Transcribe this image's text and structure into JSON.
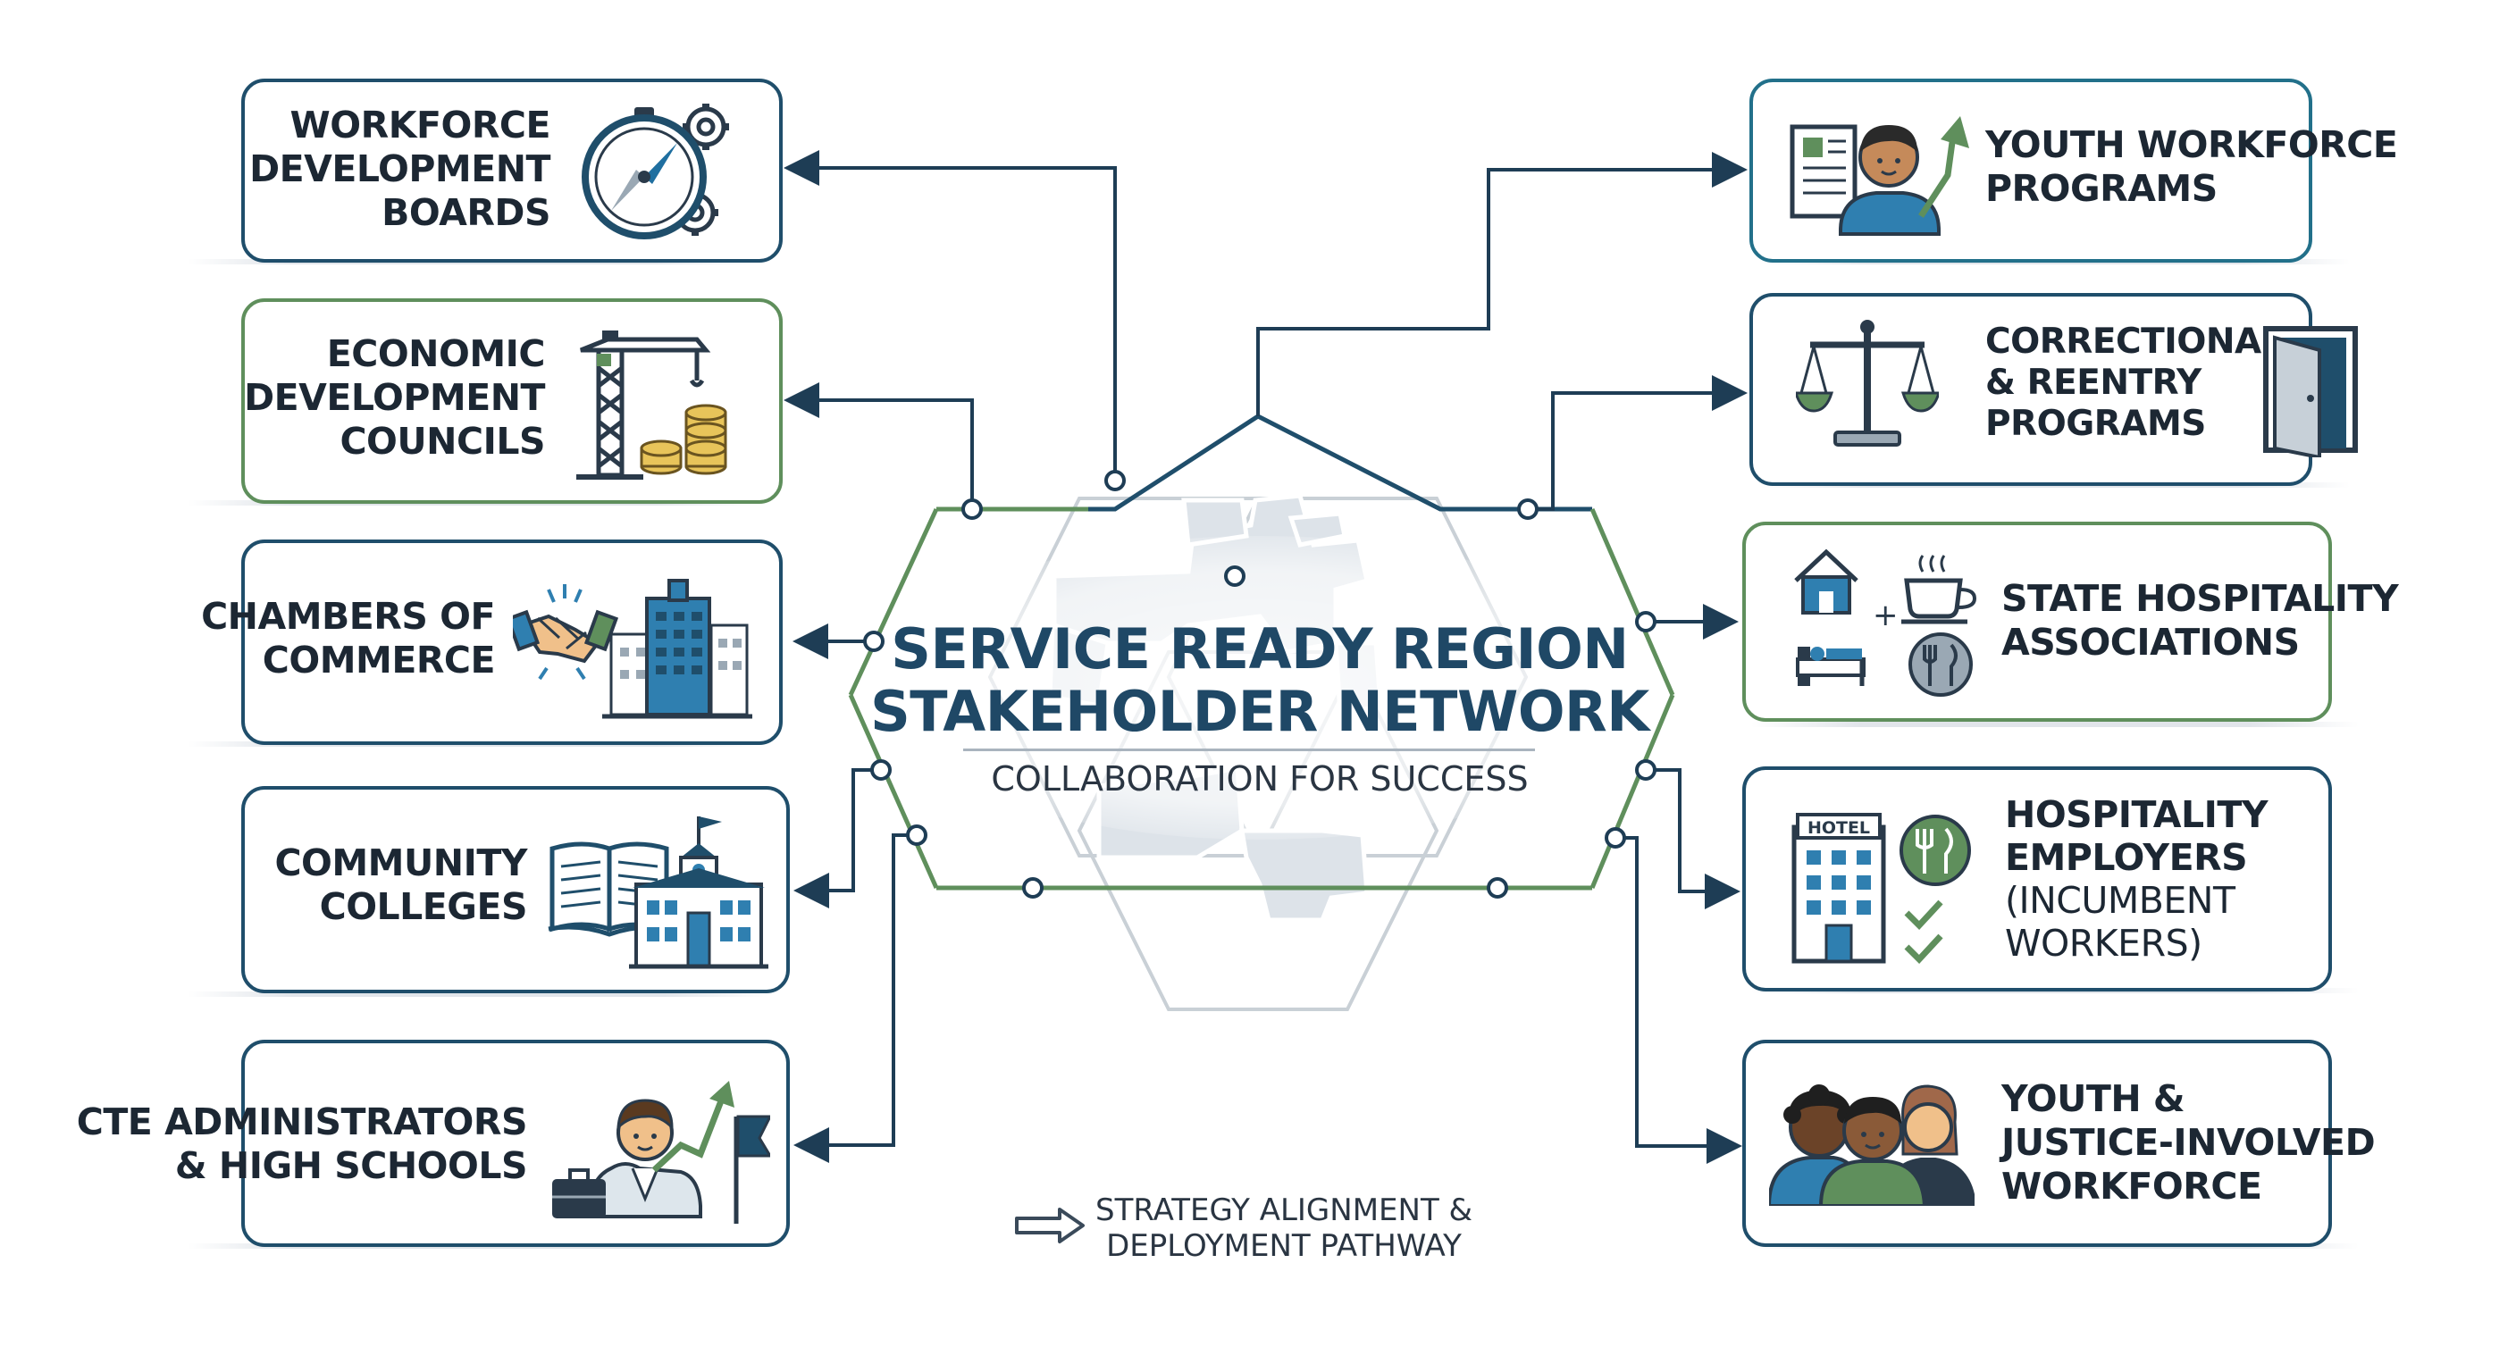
{
  "center": {
    "title_line1": "SERVICE READY REGION",
    "title_line2": "STAKEHOLDER NETWORK",
    "subtitle": "COLLABORATION FOR SUCCESS"
  },
  "legend": {
    "line1": "STRATEGY ALIGNMENT &",
    "line2": "DEPLOYMENT PATHWAY",
    "icon": "outline-arrow-icon"
  },
  "left_stakeholders": [
    {
      "lines": [
        "WORKFORCE",
        "DEVELOPMENT",
        "BOARDS"
      ],
      "icon": "compass-gears-icon"
    },
    {
      "lines": [
        "ECONOMIC",
        "DEVELOPMENT",
        "COUNCILS"
      ],
      "icon": "crane-coins-icon"
    },
    {
      "lines": [
        "CHAMBERS OF",
        "COMMERCE"
      ],
      "icon": "handshake-buildings-icon"
    },
    {
      "lines": [
        "COMMUNITY",
        "COLLEGES"
      ],
      "icon": "book-college-icon"
    },
    {
      "lines": [
        "CTE ADMINISTRATORS",
        "& HIGH SCHOOLS"
      ],
      "icon": "person-growth-flag-icon"
    }
  ],
  "right_stakeholders": [
    {
      "lines": [
        "YOUTH WORKFORCE",
        "PROGRAMS"
      ],
      "icon": "youth-growth-icon"
    },
    {
      "lines": [
        "CORRECTIONAL",
        "& REENTRY",
        "PROGRAMS"
      ],
      "icon": "scales-door-icon"
    },
    {
      "lines": [
        "STATE HOSPITALITY",
        "ASSOCIATIONS"
      ],
      "icon": "hospitality-grid-icon"
    },
    {
      "lines": [
        "HOSPITALITY",
        "EMPLOYERS",
        "(INCUMBENT",
        "WORKERS)"
      ],
      "icon": "hotel-dining-check-icon",
      "hotel_sign": "HOTEL"
    },
    {
      "lines": [
        "YOUTH &",
        "JUSTICE-INVOLVED",
        "WORKFORCE"
      ],
      "icon": "three-people-icon"
    }
  ],
  "colors": {
    "navy": "#1f4e6b",
    "teal": "#22708a",
    "green": "#5f8f5c",
    "title": "#1f4866",
    "line": "#1e3d55"
  }
}
